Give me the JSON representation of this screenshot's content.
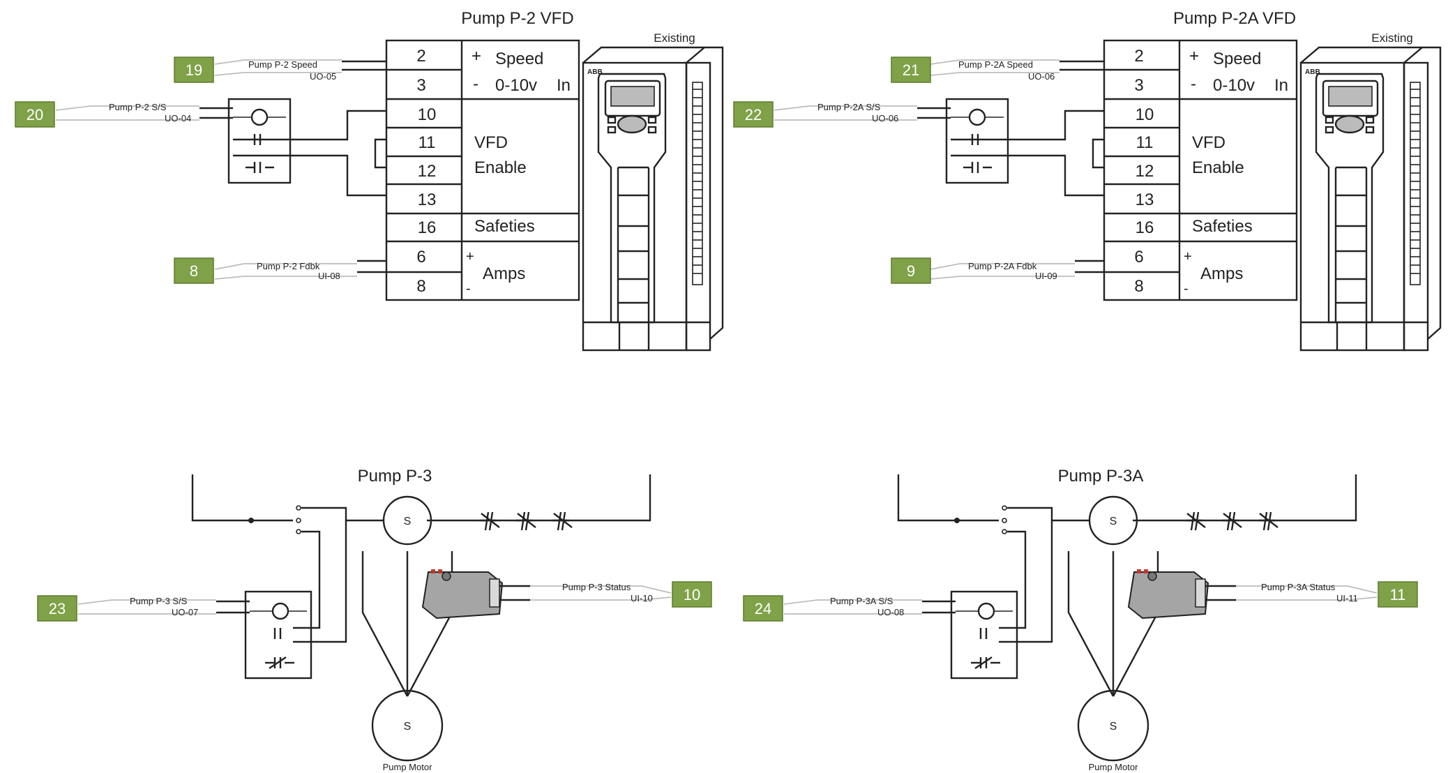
{
  "vfd_left": {
    "title": "Pump P-2 VFD",
    "existing": "Existing",
    "speed_tag": "19",
    "speed_point": "Pump P-2 Speed",
    "speed_io": "UO-05",
    "ss_tag": "20",
    "ss_point": "Pump P-2 S/S",
    "ss_io": "UO-04",
    "amps_tag": "8",
    "amps_point": "Pump P-2 Fdbk",
    "amps_io": "UI-08",
    "terminals": [
      "2",
      "3",
      "10",
      "11",
      "12",
      "13",
      "16",
      "6",
      "8"
    ],
    "plus": "+",
    "minus": "-",
    "speed_label": "Speed",
    "range_label": "0-10v",
    "in_label": "In",
    "vfd_label": "VFD",
    "enable_label": "Enable",
    "safeties_label": "Safeties",
    "amps_label": "Amps",
    "brand": "ABB"
  },
  "vfd_right": {
    "title": "Pump P-2A VFD",
    "existing": "Existing",
    "speed_tag": "21",
    "speed_point": "Pump P-2A Speed",
    "speed_io": "UO-06",
    "ss_tag": "22",
    "ss_point": "Pump P-2A S/S",
    "ss_io": "UO-06",
    "amps_tag": "9",
    "amps_point": "Pump P-2A Fdbk",
    "amps_io": "UI-09",
    "terminals": [
      "2",
      "3",
      "10",
      "11",
      "12",
      "13",
      "16",
      "6",
      "8"
    ],
    "plus": "+",
    "minus": "-",
    "speed_label": "Speed",
    "range_label": "0-10v",
    "in_label": "In",
    "vfd_label": "VFD",
    "enable_label": "Enable",
    "safeties_label": "Safeties",
    "amps_label": "Amps",
    "brand": "ABB"
  },
  "pump_left": {
    "title": "Pump P-3",
    "ss_tag": "23",
    "ss_point": "Pump P-3 S/S",
    "ss_io": "UO-07",
    "status_tag": "10",
    "status_point": "Pump P-3 Status",
    "status_io": "UI-10",
    "starter_label": "S",
    "motor_label": "S",
    "motor_caption": "Pump Motor"
  },
  "pump_right": {
    "title": "Pump P-3A",
    "ss_tag": "24",
    "ss_point": "Pump P-3A S/S",
    "ss_io": "UO-08",
    "status_tag": "11",
    "status_point": "Pump P-3A Status",
    "status_io": "UI-11",
    "starter_label": "S",
    "motor_label": "S",
    "motor_caption": "Pump Motor"
  },
  "colors": {
    "tag_fill": "#7fa147",
    "line": "#222222",
    "sensor": "#9a9a9a"
  }
}
